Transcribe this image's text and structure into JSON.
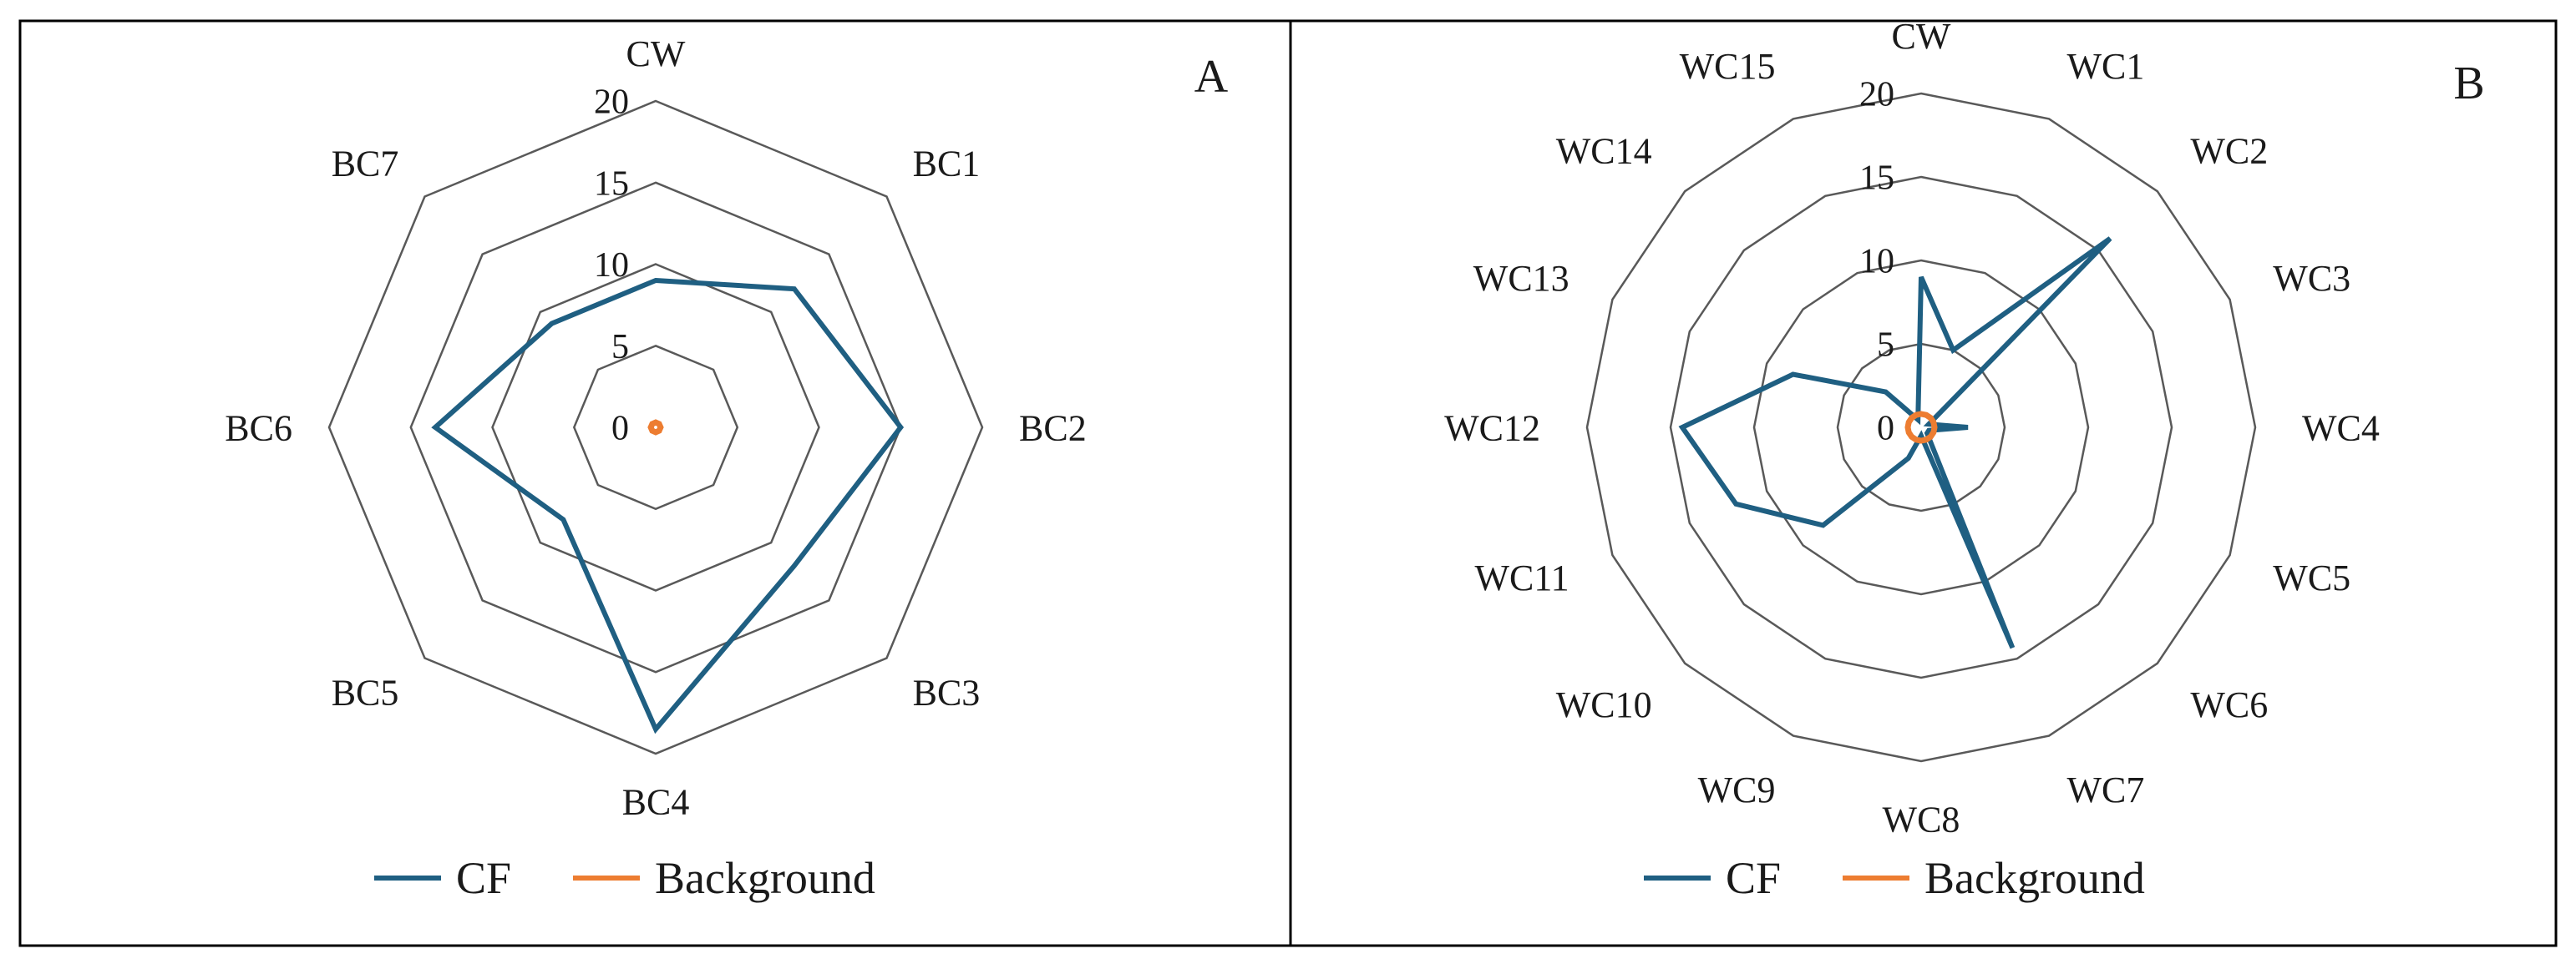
{
  "colors": {
    "cf": "#1f5f82",
    "background": "#ed7d31",
    "grid": "#595959",
    "frame": "#000000"
  },
  "legend": {
    "cf": "CF",
    "background": "Background"
  },
  "chart_data": [
    {
      "type": "radar",
      "panel_label": "A",
      "axes": [
        "CW",
        "BC1",
        "BC2",
        "BC3",
        "BC4",
        "BC5",
        "BC6",
        "BC7"
      ],
      "radial_ticks": [
        "0",
        "5",
        "10",
        "15",
        "20"
      ],
      "rlim": [
        0,
        20
      ],
      "grid": true,
      "legend_position": "bottom",
      "series": [
        {
          "name": "CF",
          "values": [
            9,
            12,
            15,
            12,
            18.5,
            8,
            13.5,
            9
          ]
        },
        {
          "name": "Background",
          "values": [
            0.3,
            0.3,
            0.3,
            0.3,
            0.3,
            0.3,
            0.3,
            0.3
          ]
        }
      ]
    },
    {
      "type": "radar",
      "panel_label": "B",
      "axes": [
        "CW",
        "WC1",
        "WC2",
        "WC3",
        "WC4",
        "WC5",
        "WC6",
        "WC7",
        "WC8",
        "WC9",
        "WC10",
        "WC11",
        "WC12",
        "WC13",
        "WC14",
        "WC15"
      ],
      "radial_ticks": [
        "0",
        "5",
        "10",
        "15",
        "20"
      ],
      "rlim": [
        0,
        20
      ],
      "grid": true,
      "legend_position": "bottom",
      "series": [
        {
          "name": "CF",
          "values": [
            9,
            5,
            16,
            0.5,
            2.8,
            0.5,
            0.5,
            14.3,
            0.5,
            2,
            8.3,
            12,
            14.3,
            8.3,
            3,
            0.5
          ]
        },
        {
          "name": "Background",
          "values": [
            0.8,
            0.8,
            0.8,
            0.8,
            0.8,
            0.8,
            0.8,
            0.8,
            0.8,
            0.8,
            0.8,
            0.8,
            0.8,
            0.8,
            0.8,
            0.8
          ]
        }
      ]
    }
  ]
}
